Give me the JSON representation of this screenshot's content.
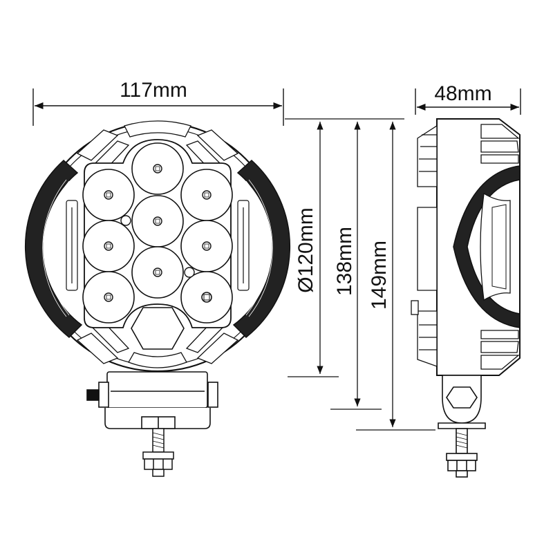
{
  "dimensions": {
    "width": "117mm",
    "depth": "48mm",
    "lens_diameter": "Ø120mm",
    "height_without_mount": "138mm",
    "overall_height": "149mm"
  },
  "colors": {
    "line": "#111111",
    "background": "#ffffff"
  },
  "icons": [
    "led-lens-icon",
    "hex-bolt-icon",
    "mounting-bracket-icon"
  ],
  "front_view": {
    "led_count": 9
  }
}
